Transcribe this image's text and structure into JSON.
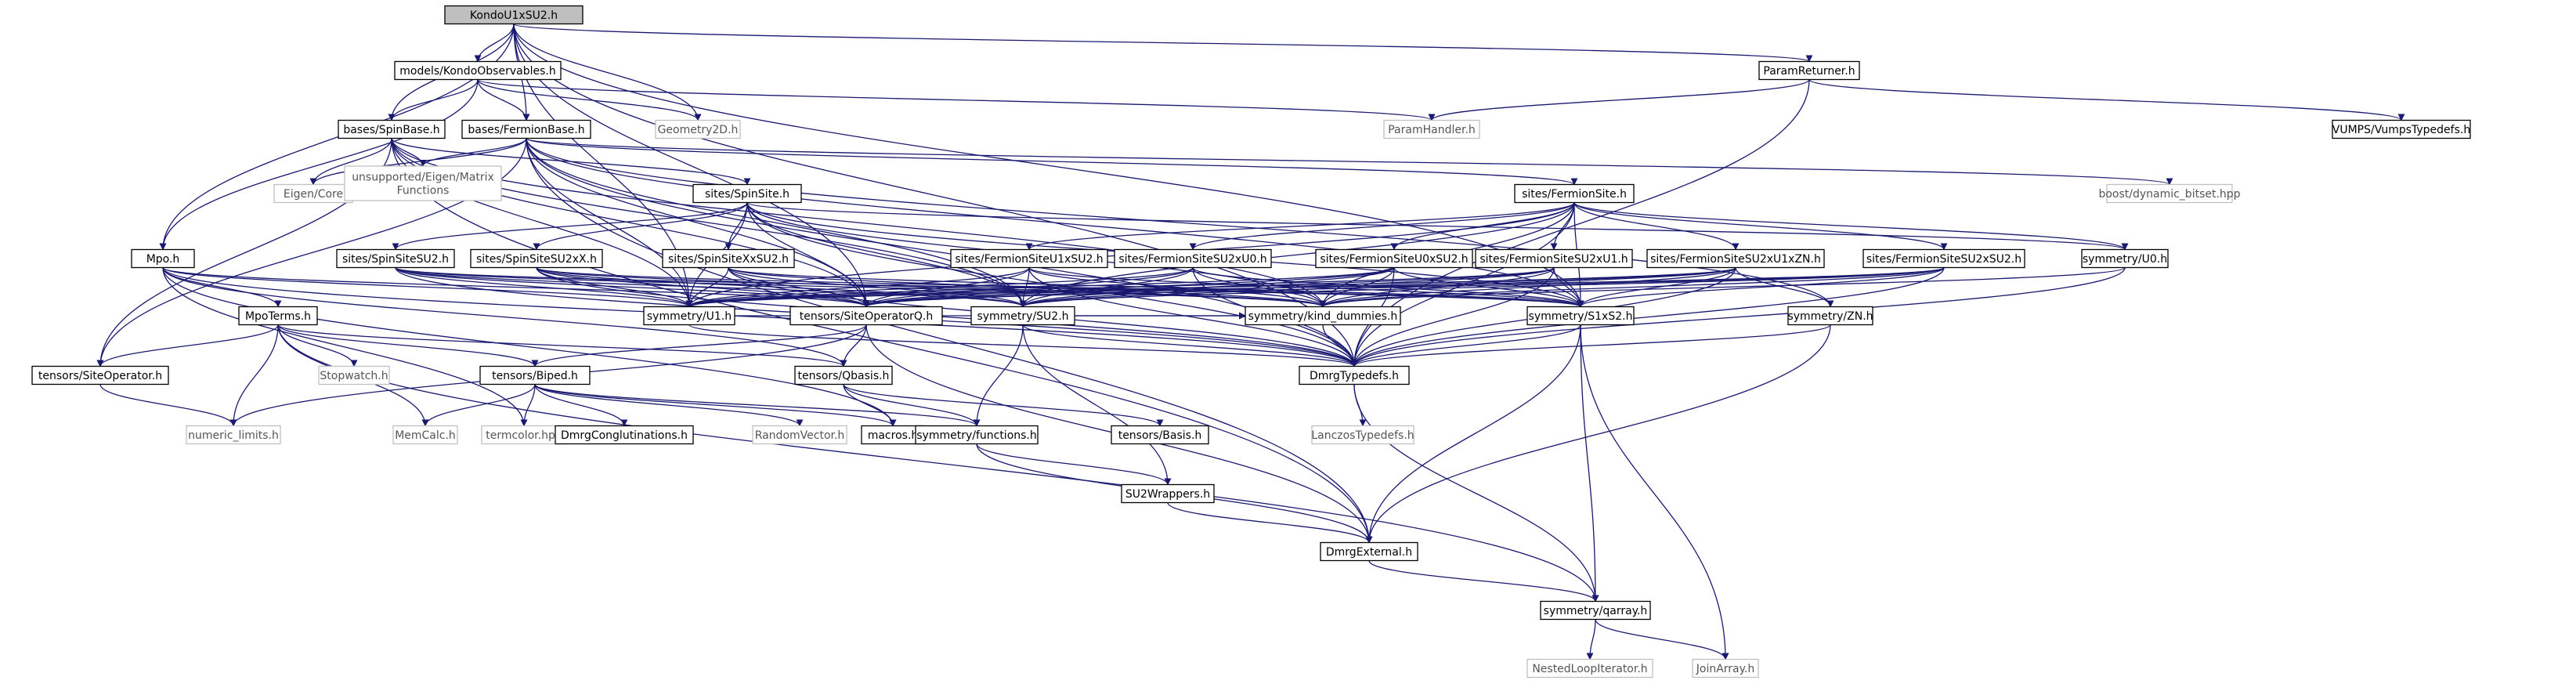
{
  "nodes": [
    {
      "id": "root",
      "label": "KondoU1xSU2.h",
      "kind": "root"
    },
    {
      "id": "kobs",
      "label": "models/KondoObservables.h"
    },
    {
      "id": "paramret",
      "label": "ParamReturner.h"
    },
    {
      "id": "spinbase",
      "label": "bases/SpinBase.h"
    },
    {
      "id": "fermbase",
      "label": "bases/FermionBase.h"
    },
    {
      "id": "geom",
      "label": "Geometry2D.h",
      "kind": "ext"
    },
    {
      "id": "paramh",
      "label": "ParamHandler.h",
      "kind": "ext"
    },
    {
      "id": "vumps",
      "label": "VUMPS/VumpsTypedefs.h"
    },
    {
      "id": "eigen",
      "label": "Eigen/Core",
      "kind": "ext"
    },
    {
      "id": "unsup",
      "label": "unsupported/Eigen/Matrix\nFunctions",
      "kind": "ext"
    },
    {
      "id": "spinsite",
      "label": "sites/SpinSite.h"
    },
    {
      "id": "fermsite",
      "label": "sites/FermionSite.h"
    },
    {
      "id": "bitset",
      "label": "boost/dynamic_bitset.hpp",
      "kind": "ext"
    },
    {
      "id": "mpo",
      "label": "Mpo.h"
    },
    {
      "id": "sssu2",
      "label": "sites/SpinSiteSU2.h"
    },
    {
      "id": "sssu2xx",
      "label": "sites/SpinSiteSU2xX.h"
    },
    {
      "id": "ssxxsu2",
      "label": "sites/SpinSiteXxSU2.h"
    },
    {
      "id": "fsu1su2",
      "label": "sites/FermionSiteU1xSU2.h"
    },
    {
      "id": "fssu2u0",
      "label": "sites/FermionSiteSU2xU0.h"
    },
    {
      "id": "fsu0su2",
      "label": "sites/FermionSiteU0xSU2.h"
    },
    {
      "id": "fssu2u1",
      "label": "sites/FermionSiteSU2xU1.h"
    },
    {
      "id": "fssu2u1zn",
      "label": "sites/FermionSiteSU2xU1xZN.h"
    },
    {
      "id": "fssu2su2",
      "label": "sites/FermionSiteSU2xSU2.h"
    },
    {
      "id": "u0",
      "label": "symmetry/U0.h"
    },
    {
      "id": "mpoterms",
      "label": "MpoTerms.h"
    },
    {
      "id": "u1",
      "label": "symmetry/U1.h"
    },
    {
      "id": "siteopq",
      "label": "tensors/SiteOperatorQ.h"
    },
    {
      "id": "su2",
      "label": "symmetry/SU2.h"
    },
    {
      "id": "kind",
      "label": "symmetry/kind_dummies.h"
    },
    {
      "id": "s1xs2",
      "label": "symmetry/S1xS2.h"
    },
    {
      "id": "zn",
      "label": "symmetry/ZN.h"
    },
    {
      "id": "siteop",
      "label": "tensors/SiteOperator.h"
    },
    {
      "id": "stopwatch",
      "label": "Stopwatch.h",
      "kind": "ext"
    },
    {
      "id": "biped",
      "label": "tensors/Biped.h"
    },
    {
      "id": "qbasis",
      "label": "tensors/Qbasis.h"
    },
    {
      "id": "dmrgtd",
      "label": "DmrgTypedefs.h"
    },
    {
      "id": "numlim",
      "label": "numeric_limits.h",
      "kind": "ext"
    },
    {
      "id": "memcalc",
      "label": "MemCalc.h",
      "kind": "ext"
    },
    {
      "id": "termcolor",
      "label": "termcolor.hpp",
      "kind": "ext"
    },
    {
      "id": "dmrgcong",
      "label": "DmrgConglutinations.h"
    },
    {
      "id": "randvec",
      "label": "RandomVector.h",
      "kind": "ext"
    },
    {
      "id": "macros",
      "label": "macros.h"
    },
    {
      "id": "functions",
      "label": "symmetry/functions.h"
    },
    {
      "id": "basis",
      "label": "tensors/Basis.h"
    },
    {
      "id": "lanczos",
      "label": "LanczosTypedefs.h",
      "kind": "ext"
    },
    {
      "id": "su2wrap",
      "label": "SU2Wrappers.h"
    },
    {
      "id": "dmrgext",
      "label": "DmrgExternal.h"
    },
    {
      "id": "qarray",
      "label": "symmetry/qarray.h"
    },
    {
      "id": "nested",
      "label": "NestedLoopIterator.h",
      "kind": "ext"
    },
    {
      "id": "joinarray",
      "label": "JoinArray.h",
      "kind": "ext"
    }
  ]
}
